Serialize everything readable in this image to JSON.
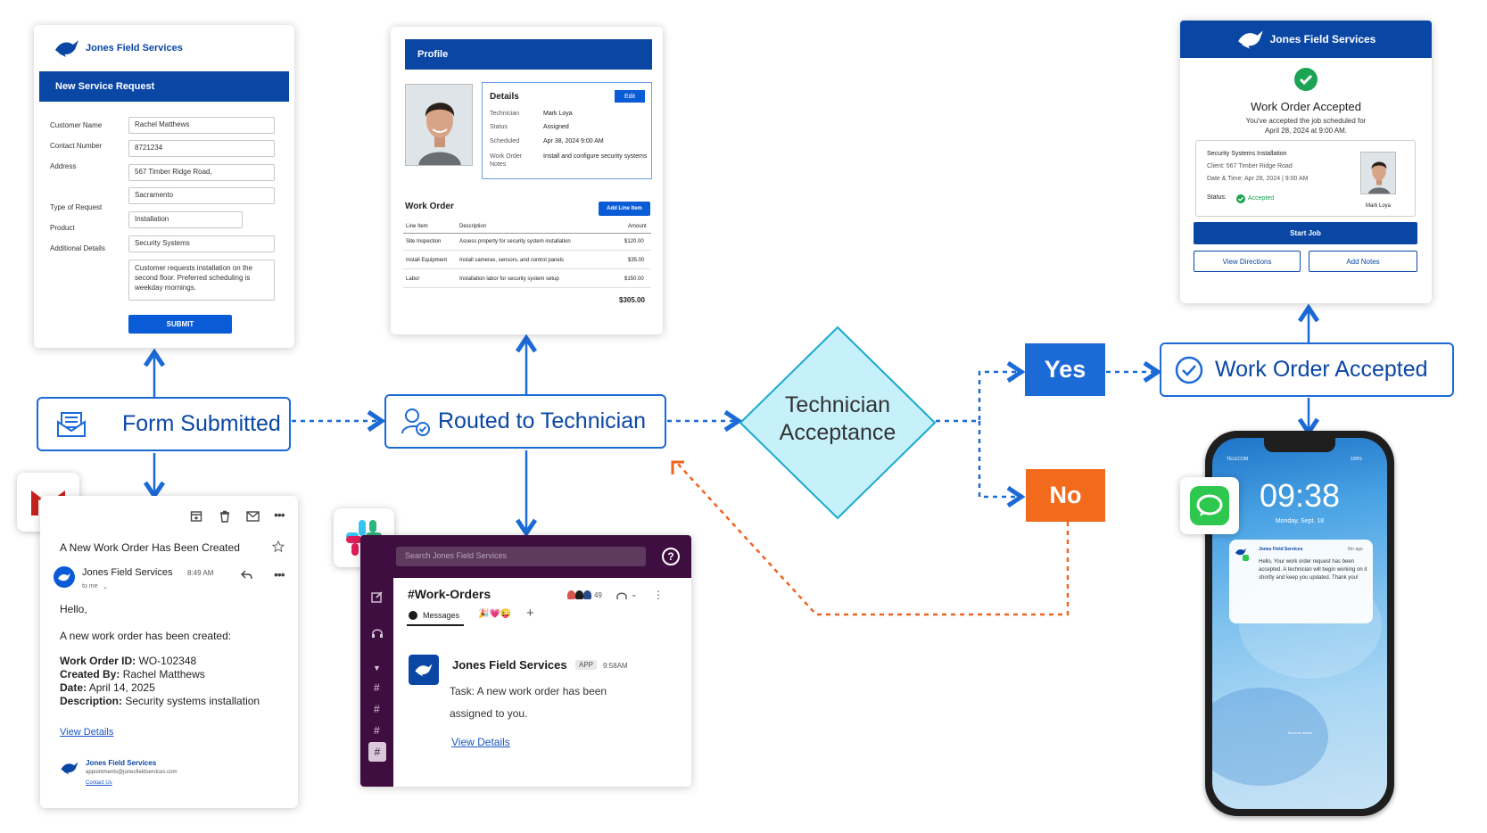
{
  "brand": {
    "name": "Jones Field Services",
    "color": "#0a47a5",
    "accent": "#1b6ad6"
  },
  "form": {
    "title": "New Service Request",
    "fields": [
      {
        "label": "Customer Name",
        "value": "Rachel Matthews"
      },
      {
        "label": "Contact Number",
        "value": "8721234"
      },
      {
        "label": "Address",
        "value": "567 Timber Ridge Road,"
      },
      {
        "label": "",
        "value": "Sacramento"
      },
      {
        "label": "Type of Request",
        "value": "Installation"
      },
      {
        "label": "Product",
        "value": "Security Systems"
      },
      {
        "label": "Additional Details",
        "value": "Customer requests installation on the second floor. Preferred scheduling is weekday mornings."
      }
    ],
    "submit": "SUBMIT"
  },
  "profile": {
    "header": "Profile",
    "details_title": "Details",
    "edit": "Edit",
    "details": [
      {
        "k": "Technician",
        "v": "Mark Loya"
      },
      {
        "k": "Status",
        "v": "Assigned"
      },
      {
        "k": "Scheduled",
        "v": "Apr 38, 2024 9:00 AM"
      },
      {
        "k": "Work Order Notes",
        "v": "Install and configure security systems"
      }
    ],
    "work_order_title": "Work Order",
    "add_line": "Add Line Item",
    "columns": [
      "Line Item",
      "Description",
      "Amount"
    ],
    "rows": [
      {
        "item": "Site Inspection",
        "desc": "Assess property for security system installation",
        "amt": "$120.00"
      },
      {
        "item": "Install Equipment",
        "desc": "Install cameras, sensors, and control panels",
        "amt": "$35.00"
      },
      {
        "item": "Labor",
        "desc": "Installation labor for security system setup",
        "amt": "$150.00"
      }
    ],
    "total": "$305.00"
  },
  "accepted_card": {
    "brand": "Jones Field Services",
    "title": "Work Order Accepted",
    "subtitle": "You've accepted the job scheduled for April 28, 2024 at 9:00 AM.",
    "job": "Security Systems Installation",
    "client": "Client: 567 Timber Ridge Road",
    "datetime": "Date & Time: Apr 28, 2024 | 9:00 AM",
    "status_label": "Status:",
    "status_value": "Accepted",
    "tech": "Mark Loya",
    "start": "Start Job",
    "directions": "View Directions",
    "notes": "Add Notes"
  },
  "flow": {
    "form_submitted": "Form Submitted",
    "routed": "Routed to Technician",
    "decision_line1": "Technician",
    "decision_line2": "Acceptance",
    "yes": "Yes",
    "no": "No",
    "accepted": "Work Order Accepted"
  },
  "email": {
    "subject": "A New Work Order Has Been Created",
    "sender": "Jones Field Services",
    "time": "8:49 AM",
    "to": "to me",
    "greeting": "Hello,",
    "intro": "A new work order has been created:",
    "details": [
      {
        "k": "Work Order ID:",
        "v": "WO-102348"
      },
      {
        "k": "Created By:",
        "v": "Rachel Matthews"
      },
      {
        "k": "Date:",
        "v": "April 14, 2025"
      },
      {
        "k": "Description:",
        "v": "Security systems installation"
      }
    ],
    "link": "View Details",
    "footer_name": "Jones Field Services",
    "footer_email": "appointments@jonesfieldservices.com",
    "footer_link": "Contact Us"
  },
  "slack": {
    "search": "Search Jones Field Services",
    "help": "?",
    "channel": "#Work-Orders",
    "members": "49",
    "tab": "Messages",
    "tab_emojis": "🎉💗😜",
    "add": "+",
    "sender": "Jones Field Services",
    "app": "APP",
    "time": "9:58AM",
    "message": "Task: A new work order has been assigned to you.",
    "link": "View Details"
  },
  "phone": {
    "carrier": "TELECOM",
    "battery": "100%",
    "time": "09:38",
    "date": "Monday, Sept. 18",
    "notif_sender": "Jones Field Services",
    "notif_time": "8m ago",
    "notif_text": "Hello, Your work order request has been accepted. A technician will begin working on it shortly and keep you updated. Thank you!",
    "unlock": "Touch to unlock"
  }
}
